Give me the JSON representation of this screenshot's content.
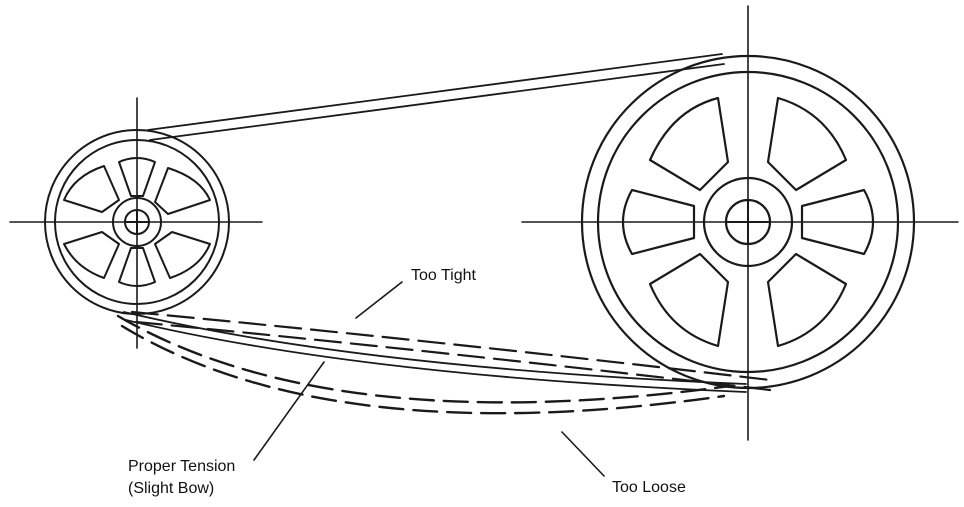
{
  "labels": {
    "too_tight": "Too Tight",
    "proper_tension_line1": "Proper Tension",
    "proper_tension_line2": "(Slight Bow)",
    "too_loose": "Too Loose"
  },
  "colors": {
    "ink": "#1a1a1a",
    "background": "#ffffff"
  }
}
